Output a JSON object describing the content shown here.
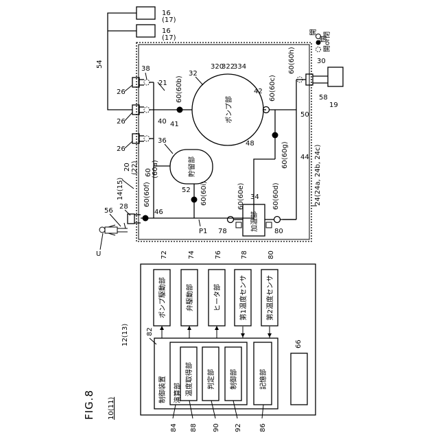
{
  "figure": {
    "title": "FIG.8",
    "system_ref": "10(11)",
    "ref_12": "12(13)"
  },
  "control": {
    "outer_box_ref": "82",
    "controller_label": "制御装置",
    "compute_label": "演算部",
    "compute_ref": "84",
    "temp_acq_label": "温度取得部",
    "temp_acq_ref": "88",
    "judge_label": "判定部",
    "judge_ref": "90",
    "control_label": "制御部",
    "control_ref": "92",
    "storage_label": "記憶部",
    "storage_ref": "86",
    "box66_ref": "66"
  },
  "devices": [
    {
      "label": "ポンプ駆動部",
      "ref": "72"
    },
    {
      "label": "弁駆動部",
      "ref": "74"
    },
    {
      "label": "ヒータ部",
      "ref": "76"
    },
    {
      "label": "第1温度センサ",
      "ref": "78"
    },
    {
      "label": "第2温度センサ",
      "ref": "80"
    }
  ],
  "legend": {
    "open": "開",
    "closed": "閉",
    "either": "開or閉"
  },
  "circuit": {
    "pump_label": "ポンプ部",
    "reservoir_label": "貯留部",
    "heater_label": "加温部",
    "box16a_ref": "16",
    "box16a_sub": "(17)",
    "box16b_ref": "16",
    "box16b_sub": "(17)",
    "ref_54": "54",
    "ref_21": "21",
    "ref_38": "38",
    "ref_26a": "26",
    "ref_26b": "26",
    "ref_26c": "26",
    "ref_40": "40",
    "ref_41": "41",
    "ref_36": "36",
    "ref_32": "32",
    "ref_320": "320",
    "ref_322": "322",
    "ref_334": "334",
    "ref_42": "42",
    "ref_50": "50",
    "ref_48": "48",
    "ref_44": "44",
    "ref_30": "30",
    "ref_58": "58",
    "ref_19": "19",
    "ref_34": "34",
    "ref_52": "52",
    "ref_46": "46",
    "ref_28": "28",
    "ref_56": "56",
    "ref_78": "78",
    "ref_80": "80",
    "p1": "P1",
    "u": "U",
    "ref_20": "20\n(22)",
    "ref_14": "14(15)",
    "ref_24": "24(24a, 24b, 24c)",
    "v60b": "60(60b)",
    "v60c": "60(60c)",
    "v60h": "60(60h)",
    "v60a": "60\n(60a)",
    "v60g": "60(60g)",
    "v60i": "60(60i)",
    "v60f": "60(60f)",
    "v60e": "60(60e)",
    "v60d": "60(60d)"
  }
}
